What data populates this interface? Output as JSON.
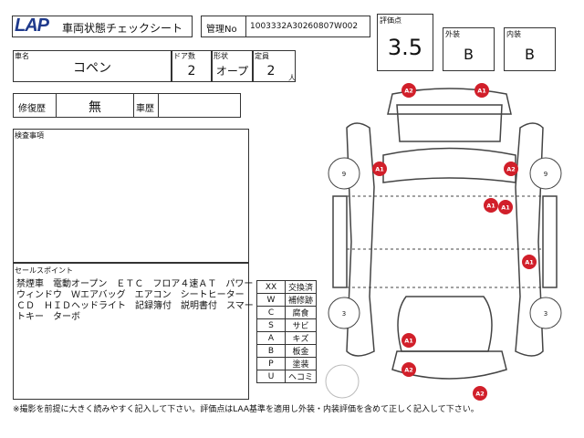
{
  "header": {
    "logo": "LAP",
    "title": "車両状態チェックシート",
    "mgmt_label": "管理No",
    "mgmt_no": "1003332A30260807W002",
    "score_label": "評価点",
    "score": "3.5",
    "exterior_label": "外装",
    "exterior": "B",
    "interior_label": "内装",
    "interior": "B"
  },
  "vehicle": {
    "name_label": "車名",
    "name": "コペン",
    "doors_label": "ドア数",
    "doors": "2",
    "shape_label": "形状",
    "shape": "オープ",
    "capacity_label": "定員",
    "capacity": "2",
    "capacity_unit": "人",
    "repair_label": "修復歴",
    "repair": "無",
    "history_label": "車歴",
    "history": ""
  },
  "inspection": {
    "label": "検査事項",
    "text": ""
  },
  "sales": {
    "label": "セールスポイント",
    "text": "禁煙車　電動オープン　ＥＴＣ　フロア４速ＡＴ　パワーウィンドウ　Ｗエアバッグ　エアコン　シートヒーター　ＣＤ　ＨＩＤヘッドライト　記録簿付　説明書付　スマートキー　ターボ"
  },
  "legend": [
    {
      "code": "XX",
      "meaning": "交換済"
    },
    {
      "code": "W",
      "meaning": "補修跡"
    },
    {
      "code": "C",
      "meaning": "腐食"
    },
    {
      "code": "S",
      "meaning": "サビ"
    },
    {
      "code": "A",
      "meaning": "キズ"
    },
    {
      "code": "B",
      "meaning": "板金"
    },
    {
      "code": "P",
      "meaning": "塗装"
    },
    {
      "code": "U",
      "meaning": "ヘコミ"
    }
  ],
  "diagram": {
    "tire_marks": [
      "9",
      "9",
      "3",
      "3"
    ],
    "damage_marks": [
      "A2",
      "A1",
      "A1",
      "A2",
      "A1",
      "A1",
      "A1",
      "A1",
      "A2",
      "A2"
    ],
    "colors": {
      "damage": "#d11f2a",
      "line": "#444"
    }
  },
  "footer": "※撮影を前提に大きく読みやすく記入して下さい。評価点はLAA基準を適用し外装・内装評価を含めて正しく記入して下さい。"
}
